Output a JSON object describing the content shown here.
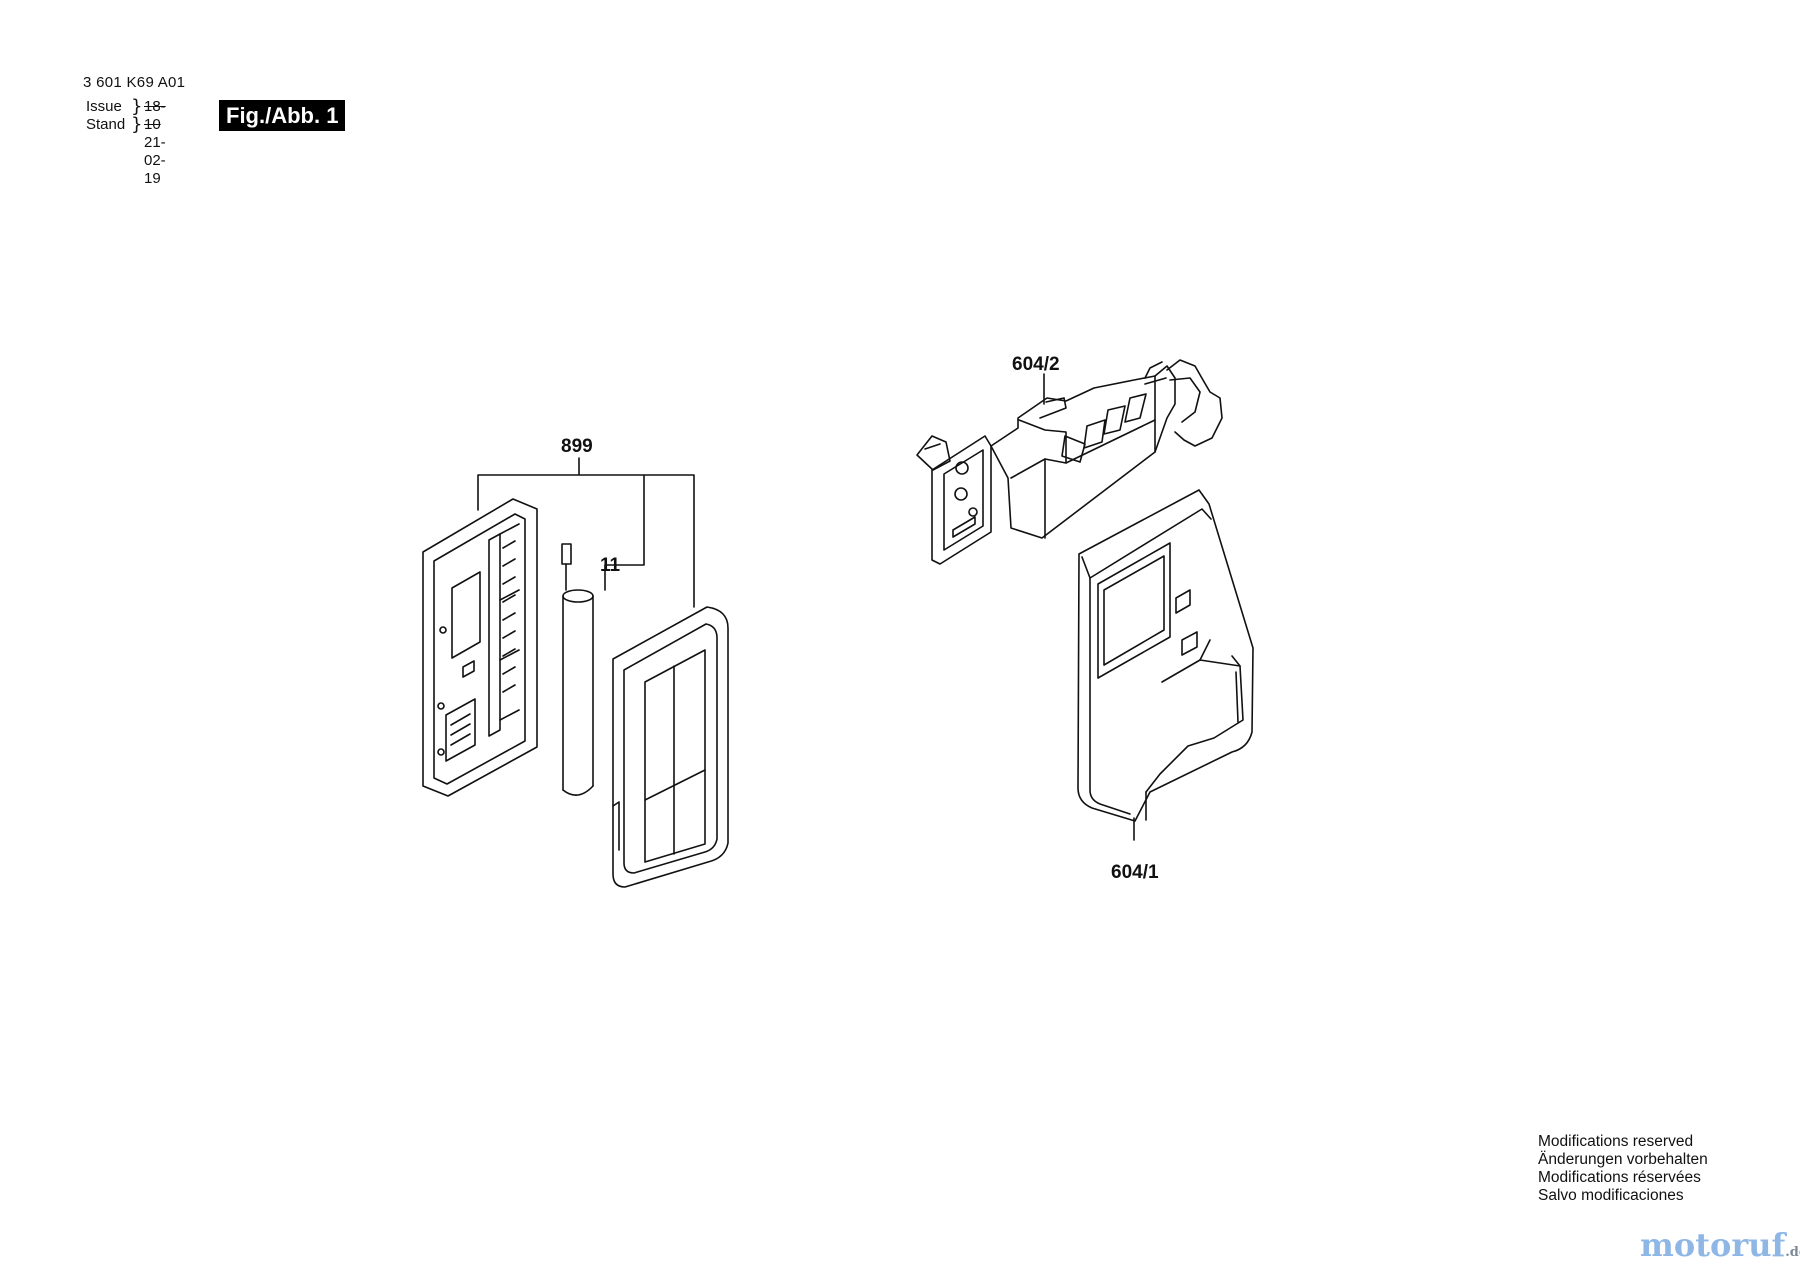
{
  "header": {
    "part_number": "3 601 K69 A01",
    "issue_label": "Issue",
    "stand_label": "Stand",
    "issue_value": "18-10",
    "stand_value": "21-02-19",
    "figure_label": "Fig./Abb. 1"
  },
  "callouts": {
    "battery_cover_group": "899",
    "battery": "11",
    "holder": "604/2",
    "case": "604/1"
  },
  "footer": {
    "notes": [
      "Modifications reserved",
      "Änderungen vorbehalten",
      "Modifications réservées",
      "Salvo modificaciones"
    ]
  },
  "watermark": {
    "text": "motoruf",
    "tld": ".de"
  },
  "colors": {
    "line": "#111111",
    "badge_bg": "#000000",
    "watermark": "#8fb7e6"
  }
}
